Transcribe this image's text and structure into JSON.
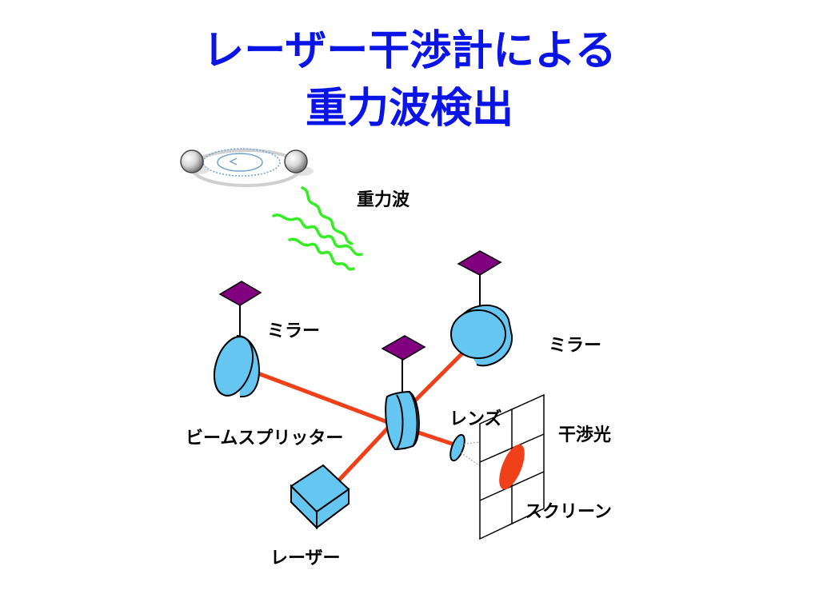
{
  "title": {
    "line1": "レーザー干渉計による",
    "line2": "重力波検出"
  },
  "labels": {
    "gravitational_wave": "重力波",
    "mirror_left": "ミラー",
    "mirror_right": "ミラー",
    "beam_splitter": "ビームスプリッター",
    "lens": "レンズ",
    "interference_light": "干渉光",
    "screen": "スクリーン",
    "laser": "レーザー"
  },
  "colors": {
    "title": "#0a14e6",
    "laser_beam": "#f0401a",
    "component_fill": "#66c6f2",
    "mount_plate": "#800080",
    "wave": "#33ee22",
    "interference_spot": "#f0401a"
  },
  "icons": {
    "binary_star": "binary-star-orbit-icon"
  }
}
